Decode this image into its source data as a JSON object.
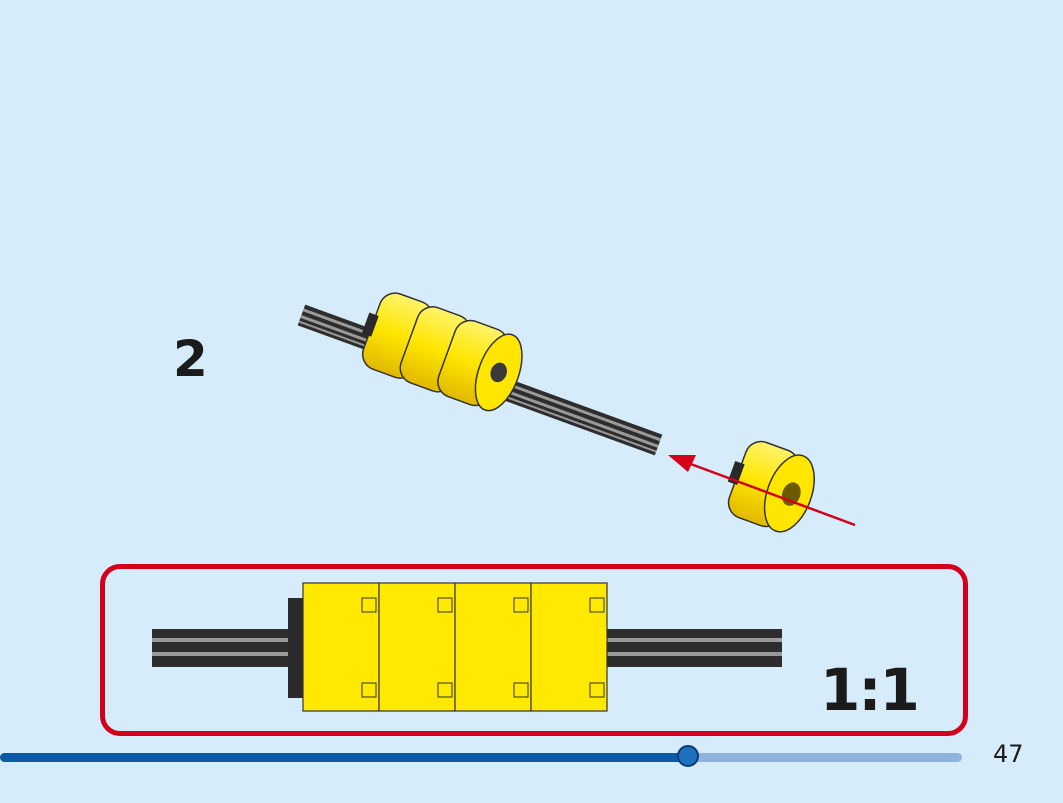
{
  "step": {
    "number": "2"
  },
  "callout": {
    "scale_label": "1:1"
  },
  "footer": {
    "page_number": "47",
    "progress_fraction": 0.715
  },
  "colors": {
    "part_yellow": "#ffe900",
    "axle_dark": "#3a3a3a",
    "arrow_red": "#d4001a",
    "callout_border": "#d4001a",
    "progress_fill": "#0a5aa8",
    "progress_track": "#8fb2de"
  },
  "icons": [
    "axle-icon",
    "bushing-icon",
    "insert-arrow-icon"
  ]
}
